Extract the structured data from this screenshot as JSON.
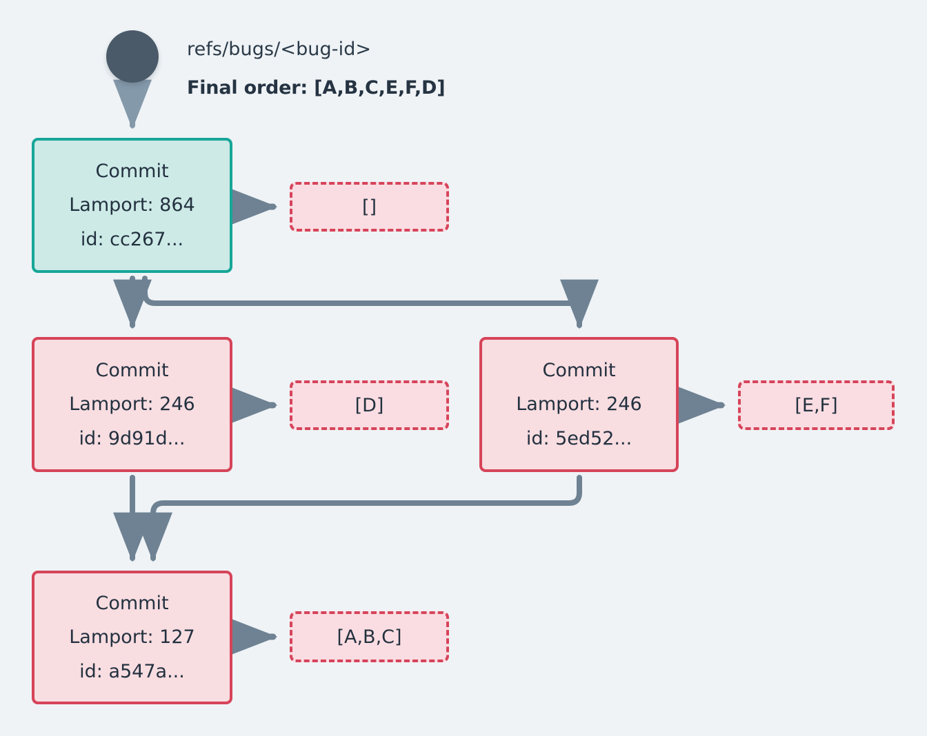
{
  "diagram": {
    "background_color": "#eff3f6",
    "root": {
      "icon": "root-node-circle",
      "color": "#4a5a68"
    },
    "header": {
      "ref_label": "refs/bugs/<bug-id>",
      "final_order_label": "Final order: [A,B,C,E,F,D]"
    },
    "colors": {
      "green_border": "#17a698",
      "green_fill": "#cdeae7",
      "red_border": "#d64458",
      "red_fill": "#f8dde1",
      "dashed_border": "#d6445a",
      "dashed_fill": "#fadde2",
      "edge": "#6e8293",
      "root_arrow": "#8499aa",
      "text": "#23313f"
    },
    "commits": [
      {
        "id": "commit-864",
        "title": "Commit",
        "lamport": "Lamport: 864",
        "hash": "id: cc267...",
        "style": "green",
        "ops": {
          "id": "ops-864",
          "label": "[]"
        }
      },
      {
        "id": "commit-246a",
        "title": "Commit",
        "lamport": "Lamport: 246",
        "hash": "id: 9d91d...",
        "style": "red",
        "ops": {
          "id": "ops-246a",
          "label": "[D]"
        }
      },
      {
        "id": "commit-246b",
        "title": "Commit",
        "lamport": "Lamport: 246",
        "hash": "id: 5ed52...",
        "style": "red",
        "ops": {
          "id": "ops-246b",
          "label": "[E,F]"
        }
      },
      {
        "id": "commit-127",
        "title": "Commit",
        "lamport": "Lamport: 127",
        "hash": "id: a547a...",
        "style": "red",
        "ops": {
          "id": "ops-127",
          "label": "[A,B,C]"
        }
      }
    ],
    "edges": [
      {
        "from": "root",
        "to": "commit-864"
      },
      {
        "from": "commit-864",
        "to": "commit-246a"
      },
      {
        "from": "commit-864",
        "to": "commit-246b"
      },
      {
        "from": "commit-246a",
        "to": "commit-127"
      },
      {
        "from": "commit-246b",
        "to": "commit-127"
      },
      {
        "from": "commit-864",
        "to": "ops-864"
      },
      {
        "from": "commit-246a",
        "to": "ops-246a"
      },
      {
        "from": "commit-246b",
        "to": "ops-246b"
      },
      {
        "from": "commit-127",
        "to": "ops-127"
      }
    ]
  }
}
